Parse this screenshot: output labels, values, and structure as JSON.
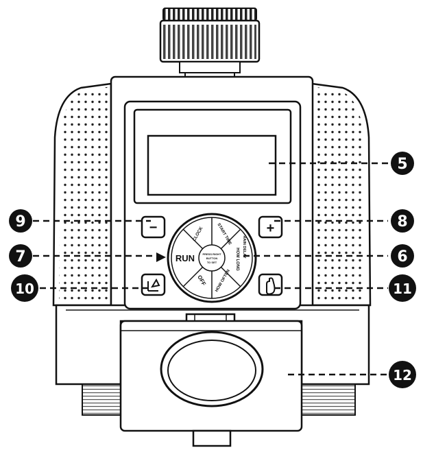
{
  "callouts": {
    "c5": "5",
    "c6": "6",
    "c7": "7",
    "c8": "8",
    "c9": "9",
    "c10": "10",
    "c11": "11",
    "c12": "12"
  },
  "dial": {
    "run": "RUN",
    "off": "OFF",
    "clock": "CLOCK",
    "start_time": "START TIME",
    "how_long": "HOW LONG",
    "how_often": "HOW OFTEN",
    "rain_delay": "RAIN DELAY",
    "center_1": "PRESS RIGHT",
    "center_2": "BUTTON",
    "center_3": "TO SET"
  },
  "buttons": {
    "minus": "−",
    "plus": "+"
  }
}
